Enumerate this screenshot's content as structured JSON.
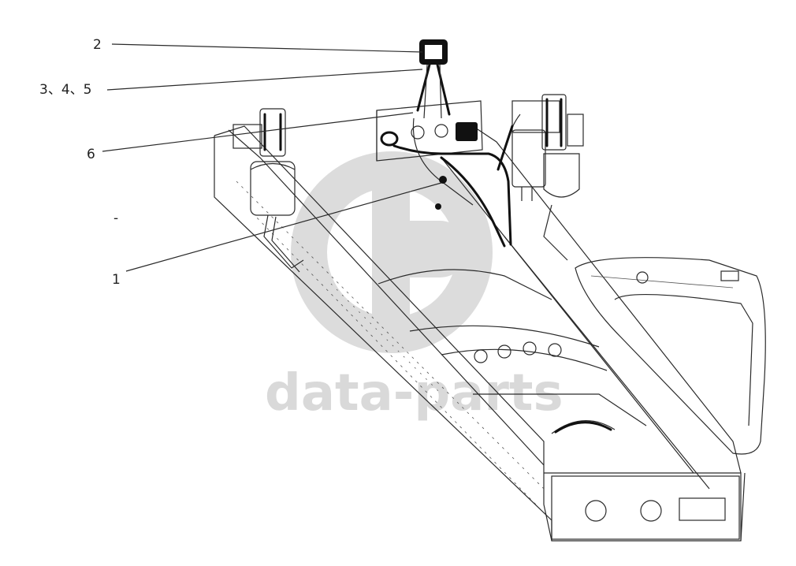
{
  "callouts": [
    {
      "id": "c2",
      "label": "2"
    },
    {
      "id": "c345",
      "label": "3、4、5"
    },
    {
      "id": "c6",
      "label": "6"
    },
    {
      "id": "c1",
      "label": "1"
    }
  ],
  "watermark": {
    "text": "data-parts",
    "color": "#d9d9d9"
  },
  "colors": {
    "line": "#2a2a2a",
    "background": "#ffffff",
    "watermark": "#d9d9d9"
  }
}
